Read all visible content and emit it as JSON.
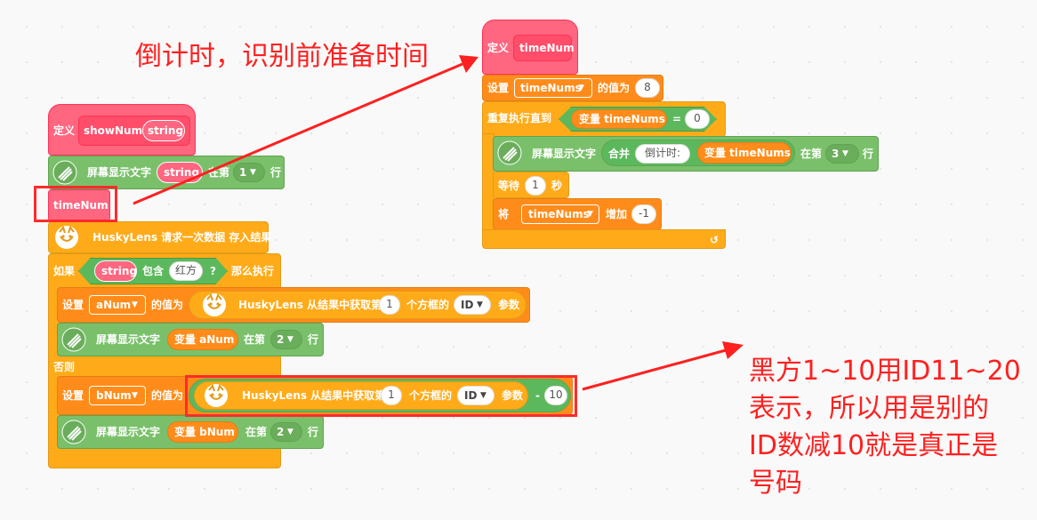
{
  "annotations": {
    "top": "倒计时，识别前准备时间",
    "right_lines": [
      "黑方1~10用ID11~20",
      "表示，所以用是别的",
      "ID数减10就是真正是",
      "号码"
    ]
  },
  "colors": {
    "define": "#ff6680",
    "looks_green": "#7ac06b",
    "control_orange": "#ffab19",
    "variable_orange": "#ff8c1a",
    "annotation_red": "#ff2020"
  },
  "left_script": {
    "define_label": "定义",
    "proc_name": "showNum",
    "param": "string",
    "show_text_label": "屏幕显示文字",
    "param_value": "string",
    "at_label": "在第",
    "row1": "1",
    "row_suffix": "行",
    "timenum_call": "timeNum",
    "husky_request": "HuskyLens 请求一次数据 存入结果",
    "if_label": "如果",
    "string_reporter": "string",
    "contains_label": "包含",
    "contains_value": "红方",
    "question": "?",
    "then_label": "那么执行",
    "set_label": "设置",
    "var_aNum": "aNum",
    "value_of": "的值为",
    "husky_get": "HuskyLens 从结果中获取第",
    "box_index": "1",
    "box_label": "个方框的",
    "param_id": "ID",
    "param_label": "参数",
    "var_reporter_a": "变量 aNum",
    "row2": "2",
    "else_label": "否则",
    "var_bNum": "bNum",
    "minus": "-",
    "minus_value": "10",
    "var_reporter_b": "变量 bNum"
  },
  "right_script": {
    "define_label": "定义",
    "proc_name": "timeNum",
    "set_label": "设置",
    "var_timeNums": "timeNums",
    "value_of": "的值为",
    "init_value": "8",
    "repeat_until": "重复执行直到",
    "var_reporter": "变量 timeNums",
    "equals": "=",
    "compare_value": "0",
    "show_text_label": "屏幕显示文字",
    "join_label": "合并",
    "join_text": "倒计时:",
    "at_label": "在第",
    "row3": "3",
    "row_suffix": "行",
    "wait_label": "等待",
    "wait_value": "1",
    "seconds": "秒",
    "change_label": "将",
    "change_by": "增加",
    "change_value": "-1",
    "loop_arrow": "↺"
  }
}
